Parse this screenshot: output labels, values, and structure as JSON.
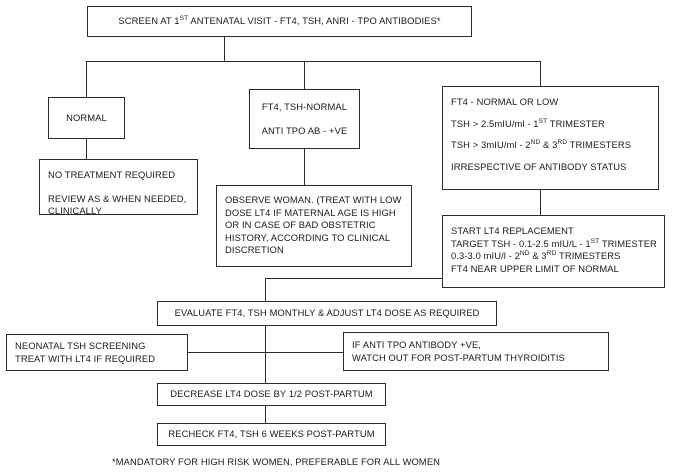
{
  "chart_data": {
    "type": "diagram",
    "title": "Screening and management algorithm for thyroid dysfunction in pregnancy",
    "nodes": [
      {
        "id": "screen",
        "lines": [
          "SCREEN AT 1ST ANTENATAL VISIT - FT4, TSH, ANRI - TPO ANTIBODIES*"
        ]
      },
      {
        "id": "normal",
        "lines": [
          "NORMAL"
        ]
      },
      {
        "id": "no-treatment",
        "lines": [
          "NO TREATMENT REQUIRED",
          "REVIEW AS & WHEN NEEDED,",
          "CLINICALLY"
        ]
      },
      {
        "id": "ft4-tsh-normal",
        "lines": [
          "FT4, TSH-NORMAL",
          "ANTI TPO AB - +VE"
        ]
      },
      {
        "id": "observe-woman",
        "lines": [
          "OBSERVE WOMAN. (TREAT WITH LOW",
          "DOSE LT4 IF MATERNAL AGE IS HIGH",
          "OR IN CASE OF BAD OBSTETRIC",
          "HISTORY, ACCORDING TO CLINICAL",
          "DISCRETION"
        ]
      },
      {
        "id": "ft4-normal-or-low",
        "lines": [
          "FT4 - NORMAL OR LOW",
          "TSH > 2.5mIU/ml - 1ST TRIMESTER",
          "TSH > 3mIU/ml - 2ND & 3RD TRIMESTERS",
          "IRRESPECTIVE OF ANTIBODY STATUS"
        ]
      },
      {
        "id": "start-lt4",
        "lines": [
          "START LT4 REPLACEMENT",
          "TARGET TSH - 0.1-2.5 mIU/L - 1ST TRIMESTER",
          "0.3-3.0 mIU/l - 2ND & 3RD TRIMESTERS",
          "FT4 NEAR UPPER LIMIT OF NORMAL"
        ]
      },
      {
        "id": "evaluate",
        "lines": [
          "EVALUATE FT4, TSH MONTHLY & ADJUST LT4 DOSE AS REQUIRED"
        ]
      },
      {
        "id": "neonatal",
        "lines": [
          "NEONATAL TSH SCREENING",
          "TREAT WITH LT4 IF REQUIRED"
        ]
      },
      {
        "id": "anti-tpo-positive",
        "lines": [
          "IF ANTI TPO ANTIBODY +VE,",
          "WATCH OUT FOR POST-PARTUM THYROIDITIS"
        ]
      },
      {
        "id": "decrease",
        "lines": [
          "DECREASE LT4 DOSE BY 1/2 POST-PARTUM"
        ]
      },
      {
        "id": "recheck",
        "lines": [
          "RECHECK FT4, TSH 6 WEEKS POST-PARTUM"
        ]
      }
    ]
  },
  "diagram": {
    "screen": {
      "line1_a": "SCREEN AT 1",
      "line1_sup": "ST",
      "line1_b": " ANTENATAL VISIT - FT4, TSH, ANRI - TPO ANTIBODIES*"
    },
    "normal": {
      "line1": "NORMAL"
    },
    "no_treatment": {
      "line1": "NO TREATMENT REQUIRED",
      "line2": "REVIEW AS & WHEN NEEDED,",
      "line3": "CLINICALLY"
    },
    "ft4_tsh_normal": {
      "line1": "FT4, TSH-NORMAL",
      "line2": "ANTI TPO AB - +VE"
    },
    "observe_woman": {
      "line1": "OBSERVE WOMAN. (TREAT WITH LOW",
      "line2": "DOSE LT4 IF MATERNAL AGE IS HIGH",
      "line3": "OR IN CASE OF BAD OBSTETRIC",
      "line4": "HISTORY, ACCORDING TO CLINICAL",
      "line5": "DISCRETION"
    },
    "ft4_normal_low": {
      "line1": "FT4 - NORMAL OR LOW",
      "line2_a": "TSH > 2.5mIU/ml - 1",
      "line2_sup": "ST",
      "line2_b": " TRIMESTER",
      "line3_a": "TSH > 3mIU/ml - 2",
      "line3_sup1": "ND",
      "line3_mid": " & 3",
      "line3_sup2": "RD",
      "line3_b": " TRIMESTERS",
      "line4": "IRRESPECTIVE OF ANTIBODY STATUS"
    },
    "start_lt4": {
      "line1": "START LT4 REPLACEMENT",
      "line2_a": "TARGET TSH - 0.1-2.5 mIU/L - 1",
      "line2_sup": "ST",
      "line2_b": " TRIMESTER",
      "line3_a": "0.3-3.0 mIU/l - 2",
      "line3_sup1": "ND",
      "line3_mid": " & 3",
      "line3_sup2": "RD",
      "line3_b": " TRIMESTERS",
      "line4": "FT4 NEAR UPPER LIMIT OF NORMAL"
    },
    "evaluate": {
      "line1": "EVALUATE FT4, TSH MONTHLY & ADJUST LT4 DOSE AS REQUIRED"
    },
    "neonatal": {
      "line1": "NEONATAL TSH SCREENING",
      "line2": "TREAT WITH LT4 IF REQUIRED"
    },
    "anti_tpo_positive": {
      "line1": "IF ANTI TPO ANTIBODY +VE,",
      "line2": "WATCH OUT FOR POST-PARTUM THYROIDITIS"
    },
    "decrease": {
      "line1": "DECREASE LT4 DOSE BY 1/2 POST-PARTUM"
    },
    "recheck": {
      "line1": "RECHECK FT4, TSH 6 WEEKS POST-PARTUM"
    },
    "footnote": {
      "text": "*MANDATORY FOR HIGH RISK WOMEN, PREFERABLE FOR ALL WOMEN"
    },
    "colors": {
      "border": "#2b2b2b",
      "text": "#1a1a1a",
      "background": "#ffffff"
    }
  }
}
